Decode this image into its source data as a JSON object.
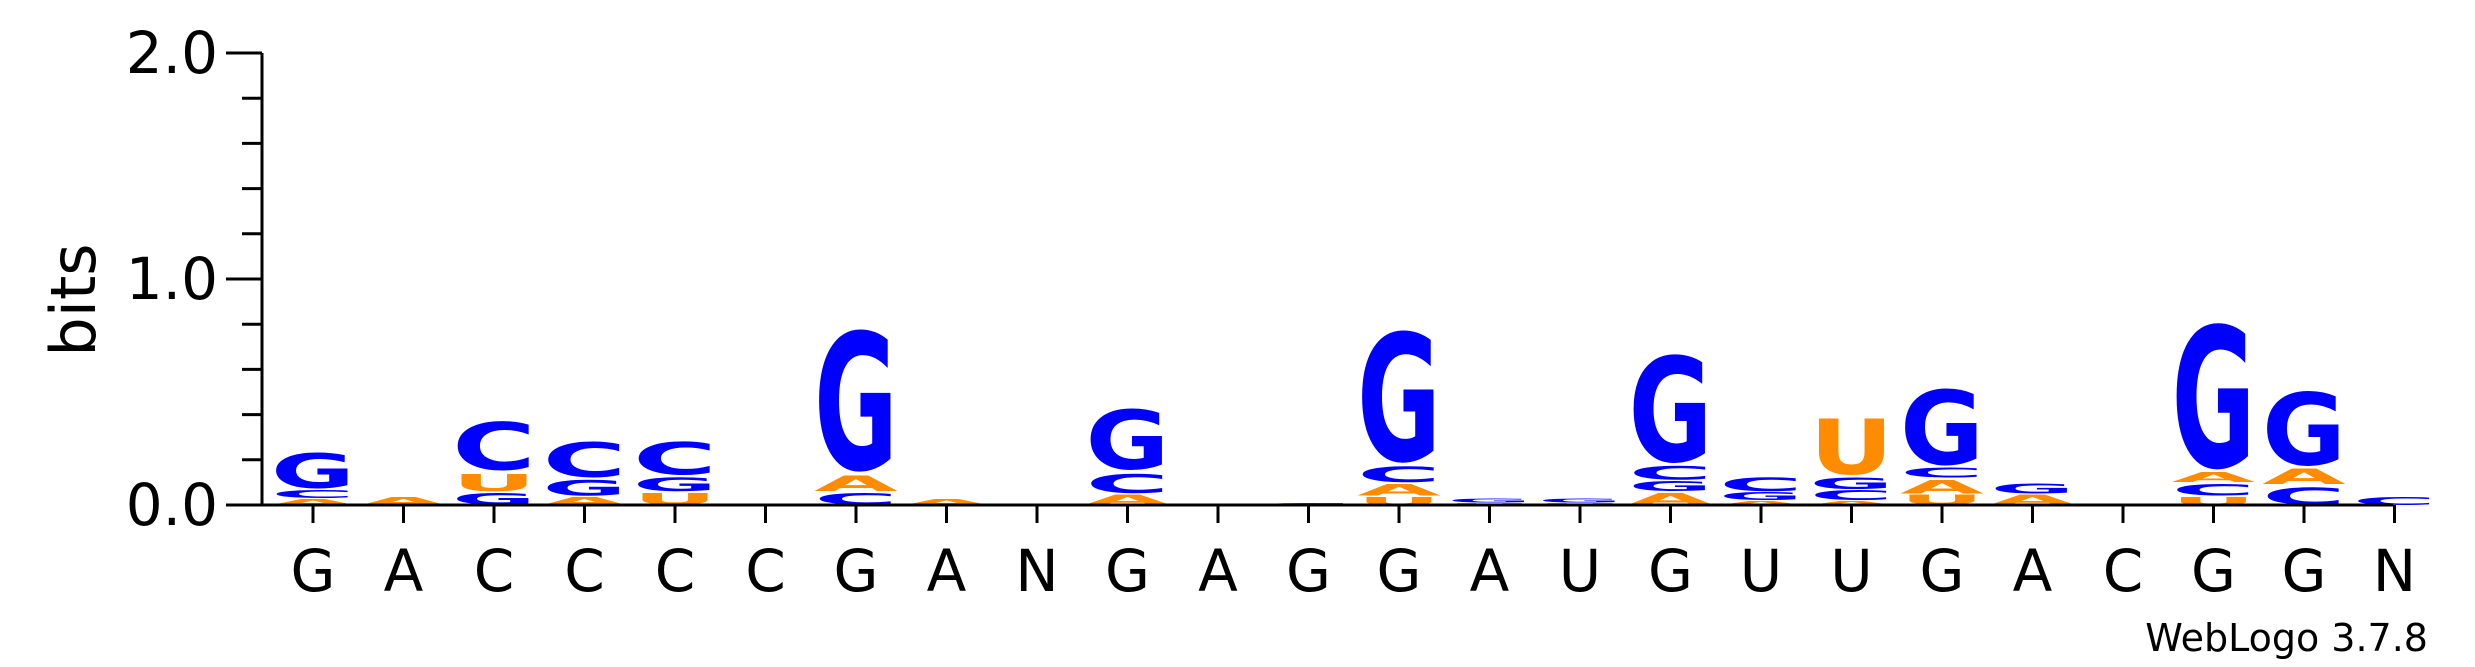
{
  "chart_data": {
    "type": "sequence_logo",
    "ylabel": "bits",
    "ylim": [
      0,
      2.0
    ],
    "y_ticks": [
      "0.0",
      "1.0",
      "2.0"
    ],
    "x_tick_labels": [
      "G",
      "A",
      "C",
      "C",
      "C",
      "C",
      "G",
      "A",
      "N",
      "G",
      "A",
      "G",
      "G",
      "A",
      "U",
      "G",
      "U",
      "U",
      "G",
      "A",
      "C",
      "G",
      "G",
      "N"
    ],
    "colors": {
      "G": "#0000ff",
      "C": "#0000ff",
      "A": "#ff8c00",
      "U": "#ff8c00"
    },
    "positions": [
      {
        "stack": [
          [
            "A",
            0.03
          ],
          [
            "C",
            0.04
          ],
          [
            "G",
            0.18
          ]
        ]
      },
      {
        "stack": [
          [
            "A",
            0.04
          ]
        ]
      },
      {
        "stack": [
          [
            "G",
            0.06
          ],
          [
            "U",
            0.09
          ],
          [
            "C",
            0.25
          ]
        ]
      },
      {
        "stack": [
          [
            "A",
            0.04
          ],
          [
            "G",
            0.08
          ],
          [
            "C",
            0.18
          ]
        ]
      },
      {
        "stack": [
          [
            "U",
            0.06
          ],
          [
            "G",
            0.07
          ],
          [
            "C",
            0.17
          ]
        ]
      },
      {
        "stack": []
      },
      {
        "stack": [
          [
            "C",
            0.06
          ],
          [
            "A",
            0.08
          ],
          [
            "G",
            0.72
          ]
        ]
      },
      {
        "stack": [
          [
            "A",
            0.03
          ]
        ]
      },
      {
        "stack": []
      },
      {
        "stack": [
          [
            "A",
            0.05
          ],
          [
            "C",
            0.1
          ],
          [
            "G",
            0.31
          ]
        ]
      },
      {
        "stack": []
      },
      {
        "stack": [
          [
            "C",
            0.01
          ]
        ]
      },
      {
        "stack": [
          [
            "U",
            0.04
          ],
          [
            "A",
            0.06
          ],
          [
            "C",
            0.08
          ],
          [
            "G",
            0.67
          ]
        ]
      },
      {
        "stack": [
          [
            "U",
            0.01
          ],
          [
            "G",
            0.02
          ]
        ]
      },
      {
        "stack": [
          [
            "U",
            0.01
          ],
          [
            "G",
            0.02
          ]
        ]
      },
      {
        "stack": [
          [
            "A",
            0.06
          ],
          [
            "G",
            0.05
          ],
          [
            "C",
            0.07
          ],
          [
            "G",
            0.55
          ]
        ]
      },
      {
        "stack": [
          [
            "A",
            0.02
          ],
          [
            "G",
            0.04
          ],
          [
            "C",
            0.07
          ]
        ]
      },
      {
        "stack": [
          [
            "A",
            0.02
          ],
          [
            "C",
            0.05
          ],
          [
            "G",
            0.06
          ],
          [
            "U",
            0.29
          ]
        ]
      },
      {
        "stack": [
          [
            "U",
            0.05
          ],
          [
            "A",
            0.07
          ],
          [
            "C",
            0.05
          ],
          [
            "G",
            0.39
          ]
        ]
      },
      {
        "stack": [
          [
            "A",
            0.05
          ],
          [
            "G",
            0.05
          ]
        ]
      },
      {
        "stack": []
      },
      {
        "stack": [
          [
            "U",
            0.04
          ],
          [
            "C",
            0.06
          ],
          [
            "A",
            0.05
          ],
          [
            "G",
            0.74
          ]
        ]
      },
      {
        "stack": [
          [
            "C",
            0.09
          ],
          [
            "A",
            0.08
          ],
          [
            "G",
            0.38
          ]
        ]
      },
      {
        "stack": [
          [
            "C",
            0.04
          ]
        ]
      }
    ]
  },
  "footer": {
    "credit": "WebLogo 3.7.8"
  }
}
